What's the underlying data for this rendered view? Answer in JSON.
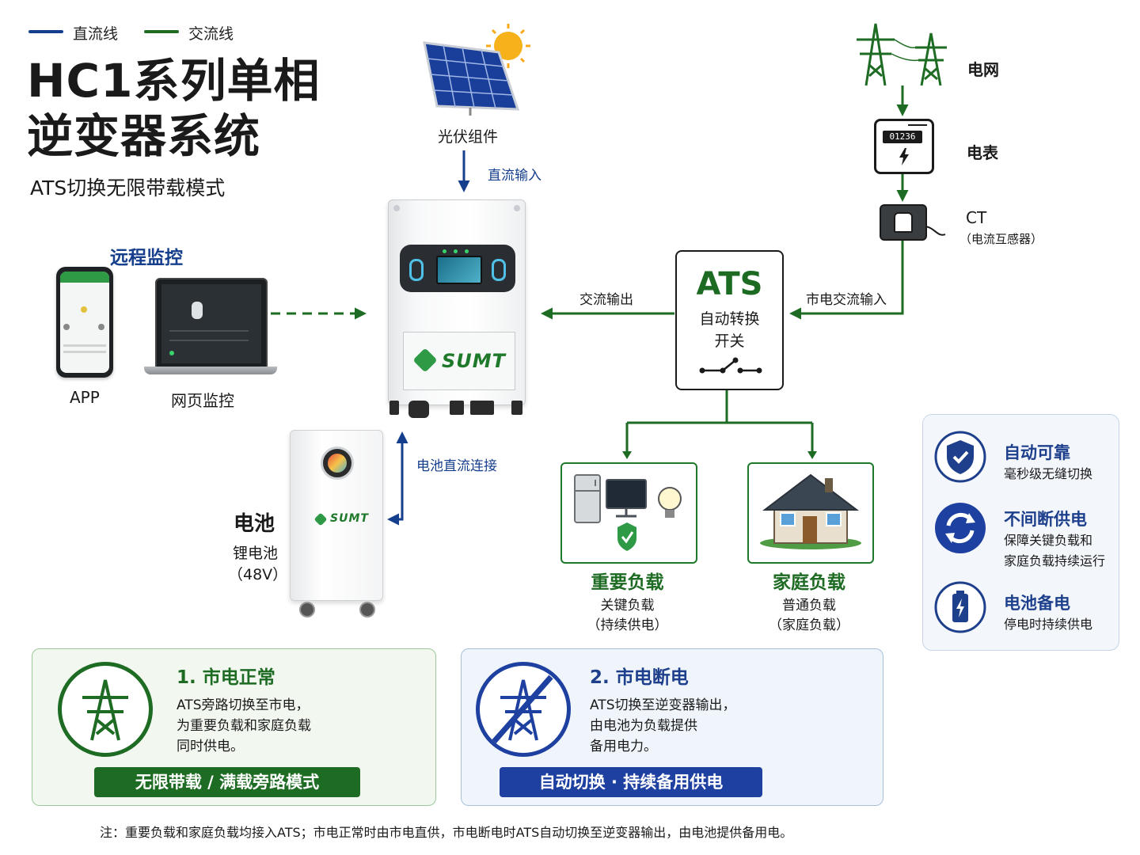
{
  "colors": {
    "dc_blue": "#153e8c",
    "ac_green": "#1e6b23",
    "banner_green": "#1e6b23",
    "banner_blue": "#1e40a0"
  },
  "legend": {
    "dc_label": "直流线",
    "ac_label": "交流线"
  },
  "title": {
    "line1": "HC1系列单相",
    "line2": "逆变器系统",
    "subtitle": "ATS切换无限带载模式"
  },
  "solar": {
    "label": "光伏组件",
    "link_label": "直流输入"
  },
  "monitoring": {
    "heading": "远程监控",
    "app_label": "APP",
    "web_label": "网页监控"
  },
  "inverter": {
    "brand": "SUMT"
  },
  "battery": {
    "heading": "电池",
    "type": "锂电池",
    "voltage": "（48V）",
    "link_label": "电池直流连接",
    "brand": "SUMT"
  },
  "ac_output_label": "交流输出",
  "ats": {
    "title": "ATS",
    "line1": "自动转换",
    "line2": "开关",
    "icon": "switch-icon"
  },
  "grid": {
    "label": "电网",
    "meter_label": "电表",
    "meter_reading": "01236",
    "ct_label": "CT",
    "ct_sub": "（电流互感器）",
    "ac_input_label": "市电交流输入"
  },
  "loads": [
    {
      "title": "重要负载",
      "line1": "关键负载",
      "line2": "（持续供电）"
    },
    {
      "title": "家庭负载",
      "line1": "普通负载",
      "line2": "（家庭负载）"
    }
  ],
  "features": [
    {
      "icon": "shield-check-icon",
      "title": "自动可靠",
      "lines": [
        "毫秒级无缝切换"
      ]
    },
    {
      "icon": "cycle-icon",
      "title": "不间断供电",
      "lines": [
        "保障关键负载和",
        "家庭负载持续运行"
      ]
    },
    {
      "icon": "battery-bolt-icon",
      "title": "电池备电",
      "lines": [
        "停电时持续供电"
      ]
    }
  ],
  "modes": [
    {
      "title": "1. 市电正常",
      "lines": [
        "ATS旁路切换至市电，",
        "为重要负载和家庭负载",
        "同时供电。"
      ],
      "banner": "无限带载 / 满载旁路模式"
    },
    {
      "title": "2. 市电断电",
      "lines": [
        "ATS切换至逆变器输出，",
        "由电池为负载提供",
        "备用电力。"
      ],
      "banner": "自动切换 · 持续备用供电"
    }
  ],
  "note": "注：重要负载和家庭负载均接入ATS；市电正常时由市电直供，市电断电时ATS自动切换至逆变器输出，由电池提供备用电。"
}
